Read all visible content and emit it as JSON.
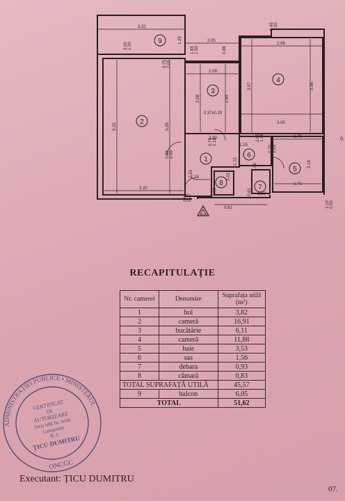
{
  "plan": {
    "room_numbers": [
      "1",
      "2",
      "3",
      "4",
      "5",
      "6",
      "7",
      "8",
      "9"
    ],
    "dims": {
      "d1": "3.32",
      "d2": "2.05",
      "d3": "2.99",
      "d4": "2.09",
      "d5": "2.09",
      "d6": "5.29",
      "d7": "5.26",
      "d8": "2.98",
      "d9": "2.84",
      "d10": "3.97",
      "d11": "3.96",
      "d12": "3.00",
      "d13": "3.20",
      "d14": "1.70",
      "d15": "1.15",
      "d16": "1.71",
      "d17": "1.15",
      "d18": "1.18",
      "d19": "0.81",
      "d20": "2.18",
      "d21": "0.85",
      "d22": "2.05",
      "d23": "0.70",
      "d24": "2.05",
      "d25": "0.37x0.20",
      "d26": "2.29",
      "d27": "1.72",
      "d28": "2.02",
      "d29": "1.03",
      "d30": "0.61",
      "d31": "1.36",
      "d32": "1.19",
      "d33": "0.50",
      "d34": "0.61",
      "d35": "0.27",
      "d36": "2.00",
      "d37": "1.50",
      "d38": "1.29",
      "d39": "1.85",
      "d40": "1.50",
      "d41": "0.86",
      "d42": "2.45",
      "d43": "1.50",
      "d44": "0.75",
      "d45": "2.05",
      "d46": "0.75",
      "d47": "1.18",
      "d48": "2.65",
      "d49": "1.18"
    }
  },
  "title": "RECAPITULAȚIE",
  "table": {
    "headers": [
      "Nr. camerei",
      "Denumire",
      "Suprafața utilă (m²)"
    ],
    "rows": [
      {
        "nr": "1",
        "name": "hol",
        "area": "3,82"
      },
      {
        "nr": "2",
        "name": "cameră",
        "area": "16,91"
      },
      {
        "nr": "3",
        "name": "bucătărie",
        "area": "6,11"
      },
      {
        "nr": "4",
        "name": "cameră",
        "area": "11,88"
      },
      {
        "nr": "5",
        "name": "baie",
        "area": "3,53"
      },
      {
        "nr": "6",
        "name": "sas",
        "area": "1,56"
      },
      {
        "nr": "7",
        "name": "debara",
        "area": "0,93"
      },
      {
        "nr": "8",
        "name": "cămară",
        "area": "0,83"
      }
    ],
    "total_util_label": "TOTAL SUPRAFAȚĂ UTILĂ",
    "total_util_value": "45,57",
    "balcon": {
      "nr": "9",
      "name": "balcon",
      "area": "6,05"
    },
    "total_label": "TOTAL",
    "total_value": "51,62"
  },
  "stamp": {
    "ring_text": "ADMINISTRAȚIEI PUBLICE • MINISTERUL",
    "line1": "CERTIFICAT",
    "line2": "DE",
    "line3": "AUTORIZARE",
    "line4": "Seria MB Nr. 0430",
    "line5": "Categoriile",
    "line6": "B, C",
    "name": "ȚICU DUMITRU",
    "bottom": "ONCGC"
  },
  "executant": "Executant: ȚICU DUMITRU",
  "page_number": "07.",
  "side_mark": "9."
}
